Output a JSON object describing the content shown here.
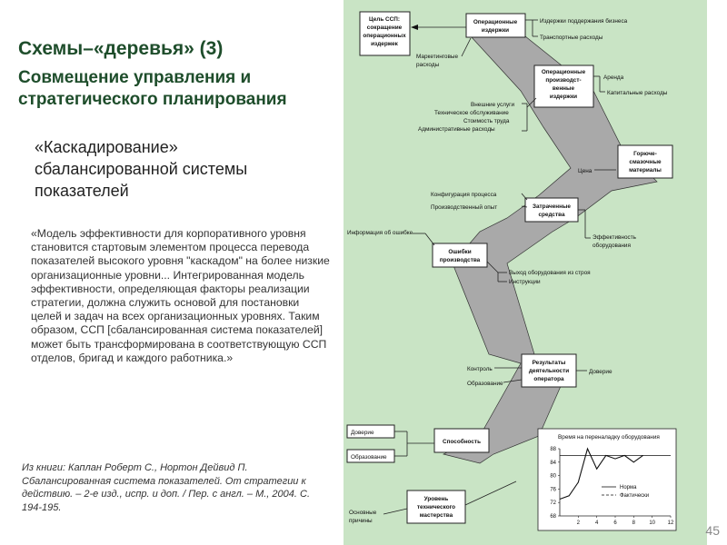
{
  "title_line1": "Схемы–«деревья» (3)",
  "title_line2": "Совмещение управления и стратегического планирования",
  "subtitle": "«Каскадирование» сбалансированной системы показателей",
  "quote": "«Модель эффективности для корпоративного уровня становится стартовым элементом процесса перевода показателей высокого уровня \"каскадом\" на более низкие организационные уровни... Интегрированная модель эффективности, определяющая факторы реализации стратегии, должна служить основой для постановки целей и задач на всех организационных уровнях. Таким образом, ССП [сбалансированная система показателей] может быть трансформирована в соответствующую ССП отделов, бригад и каждого работника.»",
  "source": "Из книги: Каплан Роберт С., Нортон Дейвид П. Сбалансированная система показателей. От стратегии к действию. – 2-е изд., испр. и доп. / Пер. с англ. – М., 2004. С. 194-195.",
  "page_number": "45",
  "diagram": {
    "goal": [
      "Цель ССП:",
      "сокращение",
      "операционных",
      "издержек"
    ],
    "boxes": {
      "operating_costs": [
        "Операционные",
        "издержки"
      ],
      "production_costs": [
        "Операционные",
        "производст-",
        "венные",
        "издержки"
      ],
      "fuel": [
        "Горюче-",
        "смазочные",
        "материалы"
      ],
      "time_spent": [
        "Затраченные",
        "средства"
      ],
      "errors": [
        "Ошибки",
        "производства"
      ],
      "operator_results": [
        "Результаты",
        "деятельности",
        "оператора"
      ],
      "ability": [
        "Способность"
      ],
      "skill": [
        "Уровень",
        "технического",
        "мастерства"
      ]
    },
    "labels": {
      "business_support": "Издержки поддержания бизнеса",
      "transport": "Транспортные расходы",
      "marketing": [
        "Маркетинговые",
        "расходы"
      ],
      "rent": "Аренда",
      "capex": "Капитальные расходы",
      "ext_services": "Внешние услуги",
      "maintenance": "Техническое обслуживание",
      "labor_cost": "Стоимость труда",
      "admin": "Административные расходы",
      "price": "Цена",
      "config": "Конфигурация процесса",
      "prod_experience": "Производственный опыт",
      "efficiency": [
        "Эффективность",
        "оборудования"
      ],
      "error_info": "Информация об ошибке",
      "equipment_out": "Выход оборудования из строя",
      "instructions": "Инструкции",
      "control": "Контроль",
      "education_1": "Образование",
      "trust_1": "Доверие",
      "trust_2": "Доверие",
      "education_2": "Образование",
      "other_reasons": [
        "Основные",
        "причины"
      ]
    },
    "inset_chart": {
      "title": "Время на переналадку оборудования",
      "legend": [
        {
          "name": "Норма",
          "style": "solid"
        },
        {
          "name": "Фактически",
          "style": "dashed"
        }
      ]
    }
  },
  "chart_data": {
    "type": "line",
    "title": "Время на переналадку оборудования",
    "x_ticks": [
      "2",
      "4",
      "6",
      "8",
      "10",
      "12"
    ],
    "y_ticks": [
      "68",
      "72",
      "76",
      "80",
      "84",
      "88"
    ],
    "xlim": [
      0,
      12
    ],
    "ylim": [
      68,
      88
    ],
    "series": [
      {
        "name": "Норма",
        "x": [
          0,
          12
        ],
        "y": [
          86,
          86
        ]
      },
      {
        "name": "Фактически",
        "x": [
          0,
          1,
          2,
          3,
          4,
          5,
          6,
          7,
          8,
          9
        ],
        "y": [
          73,
          74,
          78,
          88,
          82,
          86,
          85,
          86,
          84,
          86
        ]
      }
    ]
  }
}
